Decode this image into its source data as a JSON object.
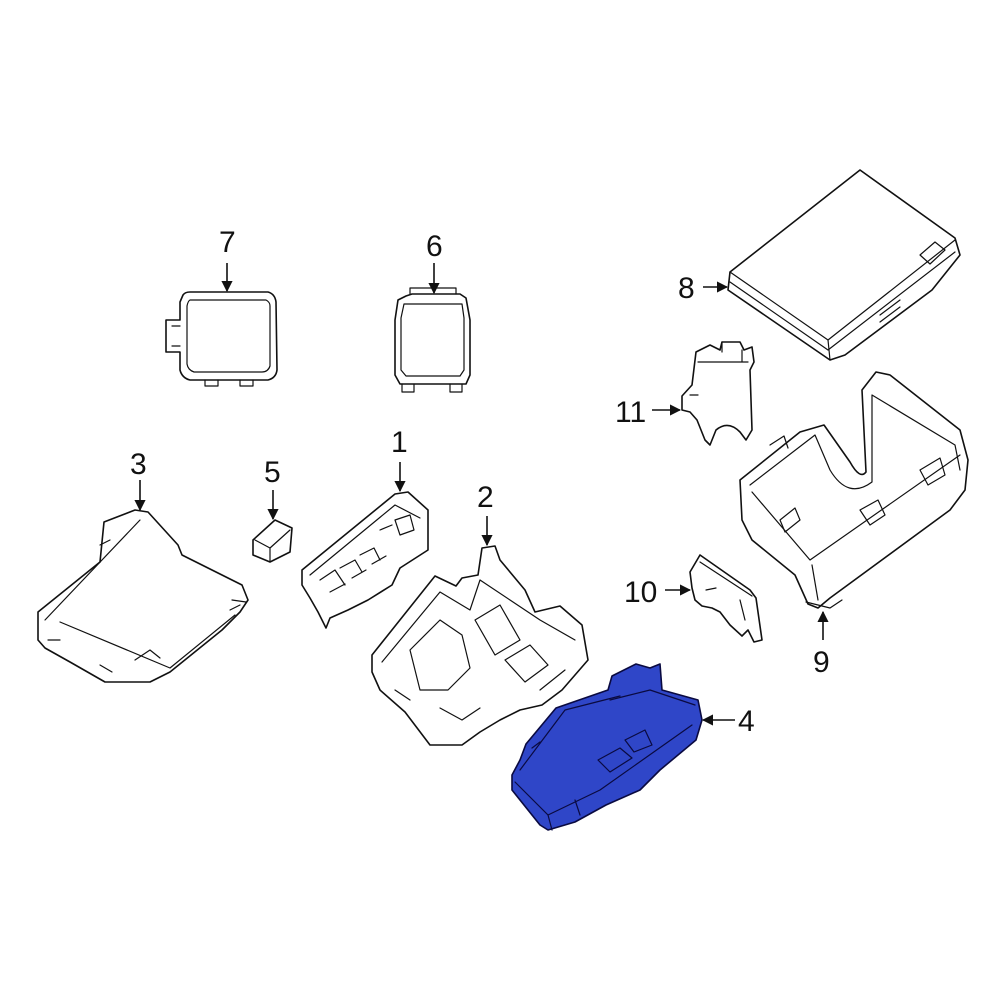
{
  "diagram": {
    "highlight_color": "#2f46c8",
    "line_color": "#111111",
    "background": "#ffffff",
    "highlighted_part": "4",
    "callouts": [
      {
        "id": "c1",
        "label": "1"
      },
      {
        "id": "c2",
        "label": "2"
      },
      {
        "id": "c3",
        "label": "3"
      },
      {
        "id": "c4",
        "label": "4"
      },
      {
        "id": "c5",
        "label": "5"
      },
      {
        "id": "c6",
        "label": "6"
      },
      {
        "id": "c7",
        "label": "7"
      },
      {
        "id": "c8",
        "label": "8"
      },
      {
        "id": "c9",
        "label": "9"
      },
      {
        "id": "c10",
        "label": "10"
      },
      {
        "id": "c11",
        "label": "11"
      }
    ]
  }
}
